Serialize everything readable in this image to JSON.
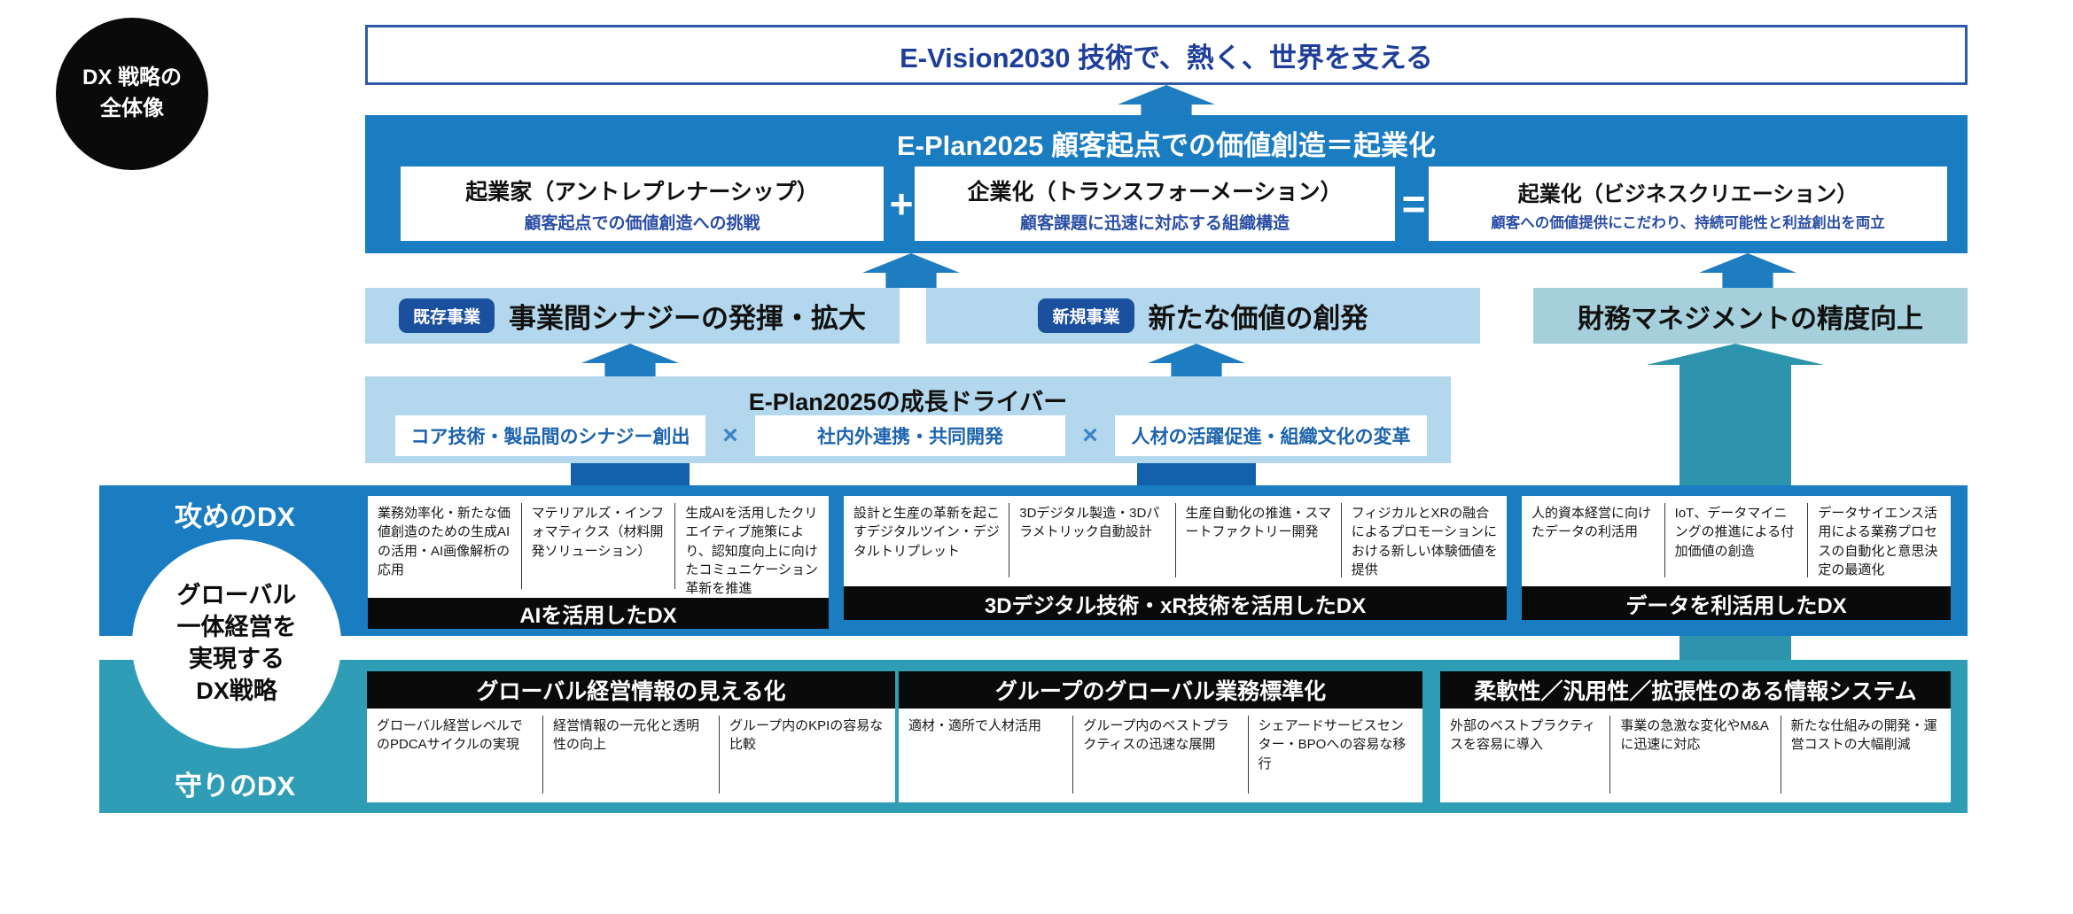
{
  "overview_badge": {
    "line1": "DX 戦略の",
    "line2": "全体像"
  },
  "vision": {
    "title": "E-Vision2030 技術で、熱く、世界を支える"
  },
  "plan": {
    "title": "E-Plan2025 顧客起点での価値創造＝起業化",
    "plus": "+",
    "equals": "=",
    "items": [
      {
        "title": "起業家（アントレプレナーシップ）",
        "subtitle": "顧客起点での価値創造への挑戦"
      },
      {
        "title": "企業化（トランスフォーメーション）",
        "subtitle": "顧客課題に迅速に対応する組織構造"
      },
      {
        "title": "起業化（ビジネスクリエーション）",
        "subtitle": "顧客への価値提供にこだわり、持続可能性と利益創出を両立"
      }
    ]
  },
  "outcomes": {
    "existing": {
      "badge": "既存事業",
      "label": "事業間シナジーの発揮・拡大"
    },
    "new_business": {
      "badge": "新規事業",
      "label": "新たな価値の創発"
    },
    "finance": {
      "label": "財務マネジメントの精度向上"
    }
  },
  "drivers": {
    "title": "E-Plan2025の成長ドライバー",
    "separator": "×",
    "items": [
      "コア技術・製品間のシナジー創出",
      "社内外連携・共同開発",
      "人材の活躍促進・組織文化の変革"
    ]
  },
  "strategy_circle": {
    "lines": [
      "グローバル",
      "一体経営を",
      "実現する",
      "DX戦略"
    ]
  },
  "offense": {
    "label": "攻めのDX",
    "groups": [
      {
        "title": "AIを活用したDX",
        "cells": [
          "業務効率化・新たな価値創造のための生成AIの活用・AI画像解析の応用",
          "マテリアルズ・インフォマティクス（材料開発ソリューション）",
          "生成AIを活用したクリエイティブ施策により、認知度向上に向けたコミュニケーション革新を推進"
        ]
      },
      {
        "title": "3Dデジタル技術・xR技術を活用したDX",
        "cells": [
          "設計と生産の革新を起こすデジタルツイン・デジタルトリプレット",
          "3Dデジタル製造・3Dパラメトリック自動設計",
          "生産自動化の推進・スマートファクトリー開発",
          "フィジカルとXRの融合によるプロモーションにおける新しい体験価値を提供"
        ]
      },
      {
        "title": "データを利活用したDX",
        "cells": [
          "人的資本経営に向けたデータの利活用",
          "IoT、データマイニングの推進による付加価値の創造",
          "データサイエンス活用による業務プロセスの自動化と意思決定の最適化"
        ]
      }
    ]
  },
  "defense": {
    "label": "守りのDX",
    "groups": [
      {
        "title": "グローバル経営情報の見える化",
        "cells": [
          "グローバル経営レベルでのPDCAサイクルの実現",
          "経営情報の一元化と透明性の向上",
          "グループ内のKPIの容易な比較"
        ]
      },
      {
        "title": "グループのグローバル業務標準化",
        "cells": [
          "適材・適所で人材活用",
          "グループ内のベストプラクティスの迅速な展開",
          "シェアードサービスセンター・BPOへの容易な移行"
        ]
      },
      {
        "title": "柔軟性／汎用性／拡張性のある情報システム",
        "cells": [
          "外部のベストプラクティスを容易に導入",
          "事業の急激な変化やM&Aに迅速に対応",
          "新たな仕組みの開発・運営コストの大幅削減"
        ]
      }
    ]
  },
  "colors": {
    "brand_blue": "#1a7cc1",
    "dark_blue": "#1361ab",
    "navy_text": "#1e3e99",
    "light_blue": "#b3d7ec",
    "teal_band": "#2f9db5",
    "teal_arrow": "#2e93ac",
    "finance_box": "#a5cfda",
    "badge_blue": "#1b509f",
    "black": "#0a0a0a"
  }
}
